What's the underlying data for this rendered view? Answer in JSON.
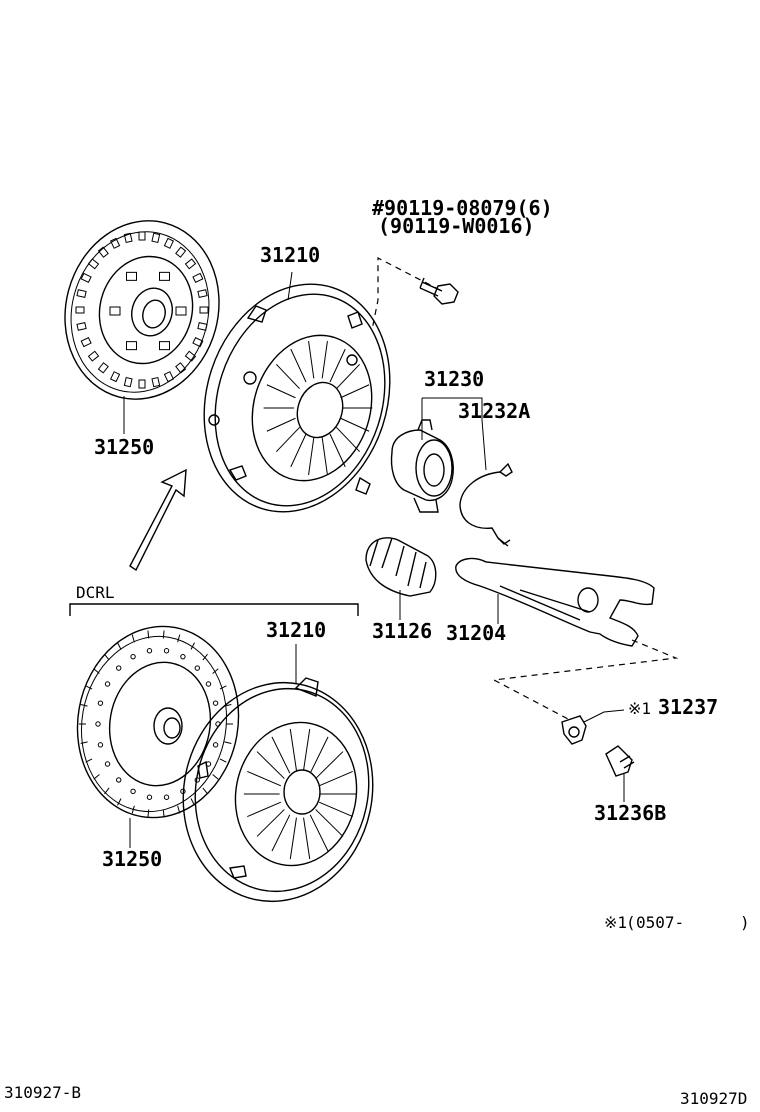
{
  "callouts": {
    "bolt_part": "#90119-08079(6)",
    "bolt_alt": "(90119-W0016)",
    "cover_top": "31210",
    "disc_top": "31250",
    "bearing": "31230",
    "clip": "31232A",
    "boot": "31126",
    "fork": "31204",
    "group_label": "DCRL",
    "cover_bottom": "31210",
    "disc_bottom": "31250",
    "pivot_mark": "※1",
    "pivot": "31237",
    "ball_stud": "31236B"
  },
  "footnote": {
    "mark": "※1",
    "open_paren": "(",
    "from": "0507-",
    "close_paren": ")"
  },
  "codes": {
    "left": "310927-B",
    "right": "310927D"
  }
}
